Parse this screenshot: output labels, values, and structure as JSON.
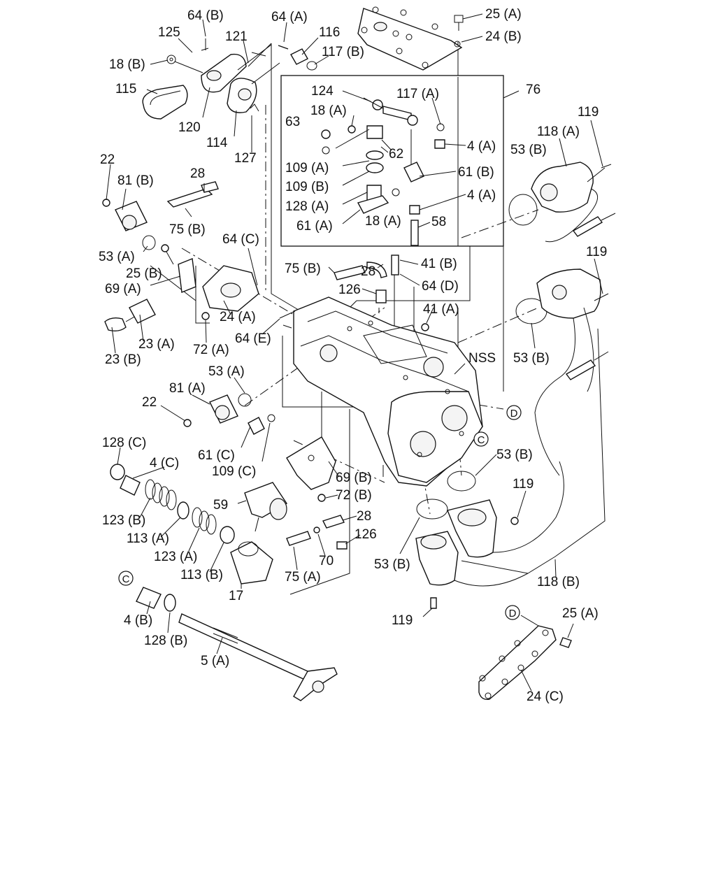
{
  "labels": [
    {
      "id": "l1",
      "text": "64 (B)"
    },
    {
      "id": "l2",
      "text": "125"
    },
    {
      "id": "l3",
      "text": "121"
    },
    {
      "id": "l4",
      "text": "64 (A)"
    },
    {
      "id": "l5",
      "text": "116"
    },
    {
      "id": "l6",
      "text": "117 (B)"
    },
    {
      "id": "l7",
      "text": "18 (B)"
    },
    {
      "id": "l8",
      "text": "115"
    },
    {
      "id": "l9",
      "text": "120"
    },
    {
      "id": "l10",
      "text": "114"
    },
    {
      "id": "l11",
      "text": "127"
    },
    {
      "id": "l12",
      "text": "25 (A)"
    },
    {
      "id": "l13",
      "text": "24 (B)"
    },
    {
      "id": "l14",
      "text": "76"
    },
    {
      "id": "l15",
      "text": "124"
    },
    {
      "id": "l16",
      "text": "117 (A)"
    },
    {
      "id": "l17",
      "text": "18 (A)"
    },
    {
      "id": "l18",
      "text": "63"
    },
    {
      "id": "l19",
      "text": "62"
    },
    {
      "id": "l20",
      "text": "4 (A)"
    },
    {
      "id": "l21",
      "text": "109 (A)"
    },
    {
      "id": "l22",
      "text": "109 (B)"
    },
    {
      "id": "l23",
      "text": "61 (B)"
    },
    {
      "id": "l24",
      "text": "128 (A)"
    },
    {
      "id": "l25",
      "text": "4 (A)"
    },
    {
      "id": "l26",
      "text": "61 (A)"
    },
    {
      "id": "l27",
      "text": "18 (A)"
    },
    {
      "id": "l28",
      "text": "58"
    },
    {
      "id": "l29",
      "text": "119"
    },
    {
      "id": "l30",
      "text": "118 (A)"
    },
    {
      "id": "l31",
      "text": "53 (B)"
    },
    {
      "id": "l32",
      "text": "22"
    },
    {
      "id": "l33",
      "text": "81 (B)"
    },
    {
      "id": "l34",
      "text": "28"
    },
    {
      "id": "l35",
      "text": "75 (B)"
    },
    {
      "id": "l36",
      "text": "53 (A)"
    },
    {
      "id": "l37",
      "text": "64 (C)"
    },
    {
      "id": "l38",
      "text": "25 (B)"
    },
    {
      "id": "l39",
      "text": "69 (A)"
    },
    {
      "id": "l40",
      "text": "75 (B)"
    },
    {
      "id": "l41",
      "text": "28"
    },
    {
      "id": "l42",
      "text": "41 (B)"
    },
    {
      "id": "l43",
      "text": "126"
    },
    {
      "id": "l44",
      "text": "64 (D)"
    },
    {
      "id": "l45",
      "text": "119"
    },
    {
      "id": "l46",
      "text": "24 (A)"
    },
    {
      "id": "l47",
      "text": "41 (A)"
    },
    {
      "id": "l48",
      "text": "23 (A)"
    },
    {
      "id": "l49",
      "text": "23 (B)"
    },
    {
      "id": "l50",
      "text": "72 (A)"
    },
    {
      "id": "l51",
      "text": "64 (E)"
    },
    {
      "id": "l52",
      "text": "NSS"
    },
    {
      "id": "l53",
      "text": "53 (B)"
    },
    {
      "id": "l54",
      "text": "53 (A)"
    },
    {
      "id": "l55",
      "text": "81 (A)"
    },
    {
      "id": "l56",
      "text": "22"
    },
    {
      "id": "l57",
      "text": "128 (C)"
    },
    {
      "id": "l58",
      "text": "4 (C)"
    },
    {
      "id": "l59",
      "text": "61 (C)"
    },
    {
      "id": "l60",
      "text": "109 (C)"
    },
    {
      "id": "l61",
      "text": "69 (B)"
    },
    {
      "id": "l62",
      "text": "53 (B)"
    },
    {
      "id": "l63",
      "text": "72 (B)"
    },
    {
      "id": "l64",
      "text": "119"
    },
    {
      "id": "l65",
      "text": "59"
    },
    {
      "id": "l66",
      "text": "123 (B)"
    },
    {
      "id": "l67",
      "text": "113 (A)"
    },
    {
      "id": "l68",
      "text": "28"
    },
    {
      "id": "l69",
      "text": "126"
    },
    {
      "id": "l70",
      "text": "123 (A)"
    },
    {
      "id": "l71",
      "text": "70"
    },
    {
      "id": "l72",
      "text": "53 (B)"
    },
    {
      "id": "l73",
      "text": "113 (B)"
    },
    {
      "id": "l74",
      "text": "75 (A)"
    },
    {
      "id": "l75",
      "text": "118 (B)"
    },
    {
      "id": "l76",
      "text": "17"
    },
    {
      "id": "l77",
      "text": "4 (B)"
    },
    {
      "id": "l78",
      "text": "128 (B)"
    },
    {
      "id": "l79",
      "text": "119"
    },
    {
      "id": "l80",
      "text": "25 (A)"
    },
    {
      "id": "l81",
      "text": "5 (A)"
    },
    {
      "id": "l82",
      "text": "24 (C)"
    }
  ],
  "markers": [
    {
      "id": "c1",
      "text": "C"
    },
    {
      "id": "c2",
      "text": "C"
    },
    {
      "id": "d1",
      "text": "D"
    },
    {
      "id": "d2",
      "text": "D"
    }
  ]
}
